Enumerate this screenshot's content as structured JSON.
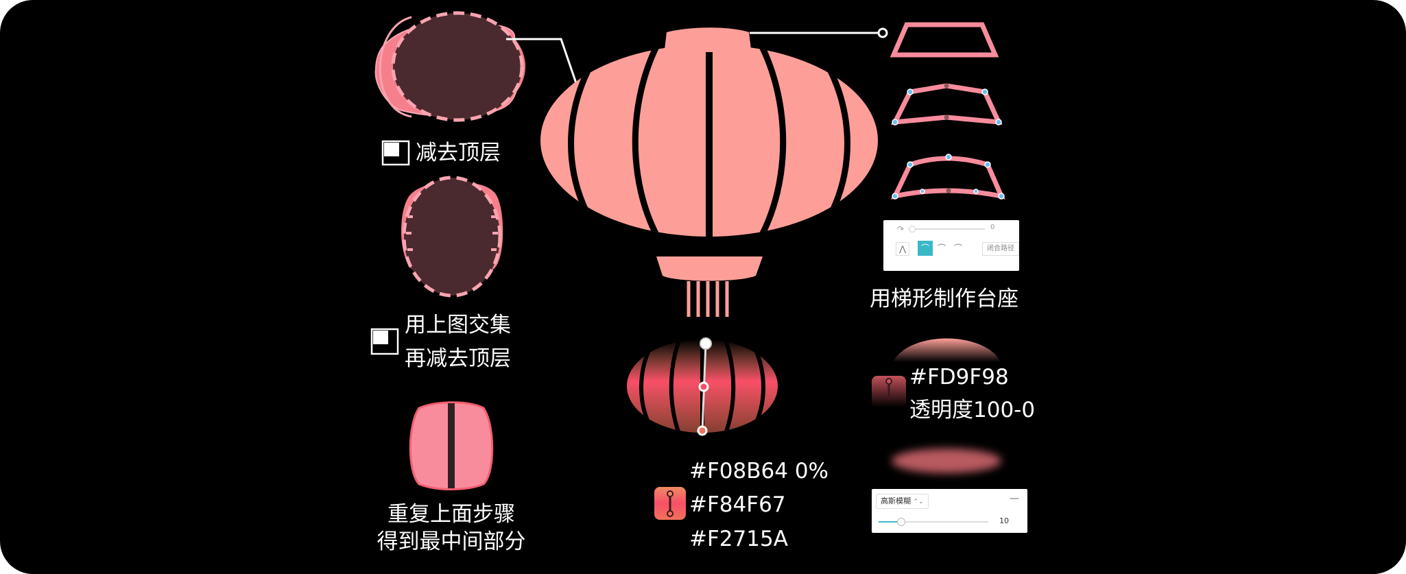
{
  "labels": {
    "subtract_top": "减去顶层",
    "intersect_line1": "用上图交集",
    "intersect_line2": "再减去顶层",
    "repeat_line1": "重复上面步骤",
    "repeat_line2": "得到最中间部分",
    "trapezoid_base": "用梯形制作台座",
    "base_color": "#FD9F98",
    "base_opacity": "透明度100-0",
    "grad_stop1": "#F08B64 0%",
    "grad_stop2": "#F84F67",
    "grad_stop3": "#F2715A"
  },
  "path_panel": {
    "value": "0",
    "close_path": "闭合路径"
  },
  "blur_panel": {
    "title": "高斯模糊",
    "value": "10",
    "slider_fraction": 0.2
  },
  "colors": {
    "lantern": "#FD9F98",
    "dark_fill": "#4A2A2E",
    "shape_pink": "#F67F8C",
    "grad_top": "#F08B64",
    "grad_mid": "#F84F67",
    "grad_bottom": "#F2715A",
    "accent_blue": "#3BB8C8"
  }
}
